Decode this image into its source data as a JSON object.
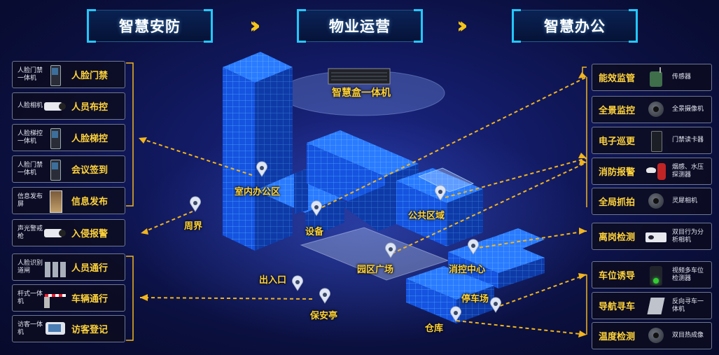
{
  "header": {
    "stage1": "智慧安防",
    "stage2": "物业运营",
    "stage3": "智慧办公"
  },
  "center": {
    "hub_label": "智慧盒一体机"
  },
  "left_cards": [
    {
      "device": "人脸门禁一体机",
      "function": "人脸门禁"
    },
    {
      "device": "人脸相机",
      "function": "人员布控"
    },
    {
      "device": "人脸梯控一体机",
      "function": "人脸梯控"
    },
    {
      "device": "人脸门禁一体机",
      "function": "会议签到"
    },
    {
      "device": "信息发布屏",
      "function": "信息发布"
    },
    {
      "device": "声光警戒枪",
      "function": "入侵报警"
    },
    {
      "device": "人脸识别道闸",
      "function": "人员通行"
    },
    {
      "device": "杆式一体机",
      "function": "车辆通行"
    },
    {
      "device": "访客一体机",
      "function": "访客登记"
    }
  ],
  "right_cards": [
    {
      "function": "能效监管",
      "device": "传感器"
    },
    {
      "function": "全景监控",
      "device": "全景摄像机"
    },
    {
      "function": "电子巡更",
      "device": "门禁读卡器"
    },
    {
      "function": "消防报警",
      "device": "烟感、水压探测器"
    },
    {
      "function": "全局抓拍",
      "device": "灵犀相机"
    },
    {
      "function": "离岗检测",
      "device": "双目行为分析相机"
    },
    {
      "function": "车位诱导",
      "device": "视频多车位检测器"
    },
    {
      "function": "导航寻车",
      "device": "反向寻车一体机"
    },
    {
      "function": "温度检测",
      "device": "双目热成像"
    }
  ],
  "locations": {
    "indoor_office": "室内办公区",
    "perimeter": "周界",
    "equipment": "设备",
    "public_area": "公共区域",
    "park_plaza": "园区广场",
    "fire_control": "消控中心",
    "entrance": "出入口",
    "guard_booth": "保安亭",
    "parking": "停车场",
    "warehouse": "仓库"
  },
  "colors": {
    "accent_yellow": "#ffd33a",
    "frame_cyan": "#22c8ff",
    "building_blue": "#1e6dff"
  }
}
